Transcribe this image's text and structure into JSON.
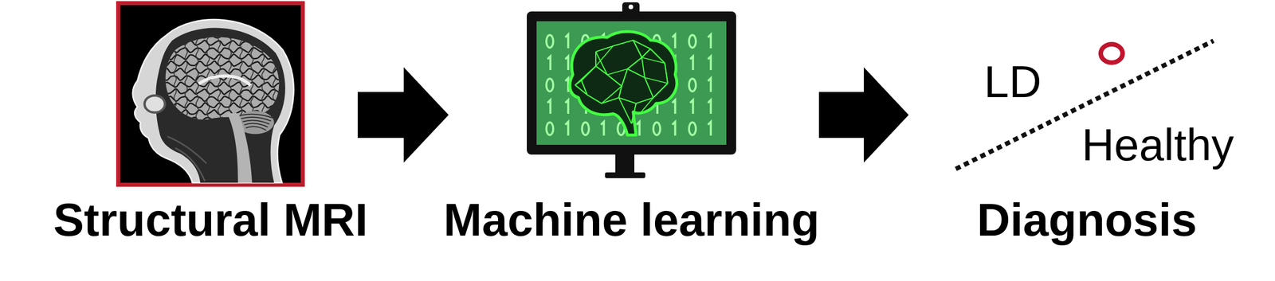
{
  "diagram": {
    "nodes": [
      {
        "text": [
          "Structural MRI"
        ]
      },
      {
        "text": [
          "Machine learning"
        ]
      },
      {
        "text": [
          "Diagnosis"
        ]
      }
    ],
    "edges": [
      {
        "from": 0,
        "to": 1,
        "arrow": "to"
      },
      {
        "from": 1,
        "to": 2,
        "arrow": "to"
      }
    ],
    "labels": [
      "LD",
      "Healthy"
    ]
  }
}
